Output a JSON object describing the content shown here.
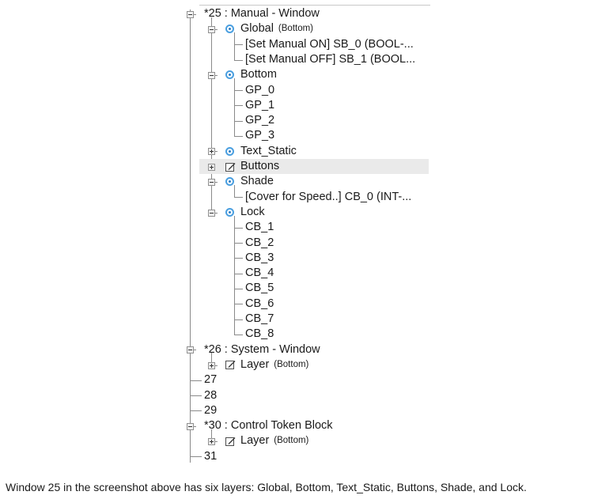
{
  "tree": {
    "nodes": [
      {
        "depth": 0,
        "text": "*25 : Manual - Window",
        "toggle": "minus",
        "icon": "none"
      },
      {
        "depth": 1,
        "text": "Global",
        "small": "(Bottom)",
        "toggle": "minus",
        "icon": "eye-icon"
      },
      {
        "depth": 2,
        "text": "[Set Manual ON] SB_0 (BOOL-...",
        "toggle": "none",
        "icon": "none"
      },
      {
        "depth": 2,
        "text": "[Set Manual OFF] SB_1 (BOOL...",
        "toggle": "none",
        "icon": "none"
      },
      {
        "depth": 1,
        "text": "Bottom",
        "toggle": "minus",
        "icon": "eye-icon"
      },
      {
        "depth": 2,
        "text": "GP_0",
        "toggle": "none",
        "icon": "none"
      },
      {
        "depth": 2,
        "text": "GP_1",
        "toggle": "none",
        "icon": "none"
      },
      {
        "depth": 2,
        "text": "GP_2",
        "toggle": "none",
        "icon": "none"
      },
      {
        "depth": 2,
        "text": "GP_3",
        "toggle": "none",
        "icon": "none"
      },
      {
        "depth": 1,
        "text": "Text_Static",
        "toggle": "plus",
        "icon": "eye-icon"
      },
      {
        "depth": 1,
        "text": "Buttons",
        "toggle": "plus",
        "icon": "edit-icon",
        "selected": true
      },
      {
        "depth": 1,
        "text": "Shade",
        "toggle": "minus",
        "icon": "eye-icon"
      },
      {
        "depth": 2,
        "text": "[Cover for Speed..] CB_0 (INT-...",
        "toggle": "none",
        "icon": "none"
      },
      {
        "depth": 1,
        "text": "Lock",
        "toggle": "minus",
        "icon": "eye-icon"
      },
      {
        "depth": 2,
        "text": "CB_1",
        "toggle": "none",
        "icon": "none"
      },
      {
        "depth": 2,
        "text": "CB_2",
        "toggle": "none",
        "icon": "none"
      },
      {
        "depth": 2,
        "text": "CB_3",
        "toggle": "none",
        "icon": "none"
      },
      {
        "depth": 2,
        "text": "CB_4",
        "toggle": "none",
        "icon": "none"
      },
      {
        "depth": 2,
        "text": "CB_5",
        "toggle": "none",
        "icon": "none"
      },
      {
        "depth": 2,
        "text": "CB_6",
        "toggle": "none",
        "icon": "none"
      },
      {
        "depth": 2,
        "text": "CB_7",
        "toggle": "none",
        "icon": "none"
      },
      {
        "depth": 2,
        "text": "CB_8",
        "toggle": "none",
        "icon": "none"
      },
      {
        "depth": 0,
        "text": "*26 : System - Window",
        "toggle": "minus",
        "icon": "none"
      },
      {
        "depth": 1,
        "text": "Layer",
        "small": "(Bottom)",
        "toggle": "plus",
        "icon": "edit-icon"
      },
      {
        "depth": 0,
        "text": "27",
        "toggle": "none",
        "icon": "none"
      },
      {
        "depth": 0,
        "text": "28",
        "toggle": "none",
        "icon": "none"
      },
      {
        "depth": 0,
        "text": "29",
        "toggle": "none",
        "icon": "none"
      },
      {
        "depth": 0,
        "text": "*30 : Control Token Block",
        "toggle": "minus",
        "icon": "none"
      },
      {
        "depth": 1,
        "text": "Layer",
        "small": "(Bottom)",
        "toggle": "plus",
        "icon": "edit-icon"
      },
      {
        "depth": 0,
        "text": "31",
        "toggle": "none",
        "icon": "none"
      }
    ]
  },
  "caption": "Window 25 in the screenshot above has six layers: Global, Bottom, Text_Static, Buttons, Shade, and Lock.",
  "colors": {
    "eye_icon": "#4a9fe0",
    "selected_row": "#eaeaea",
    "tree_lines": "#8a8a8a"
  }
}
